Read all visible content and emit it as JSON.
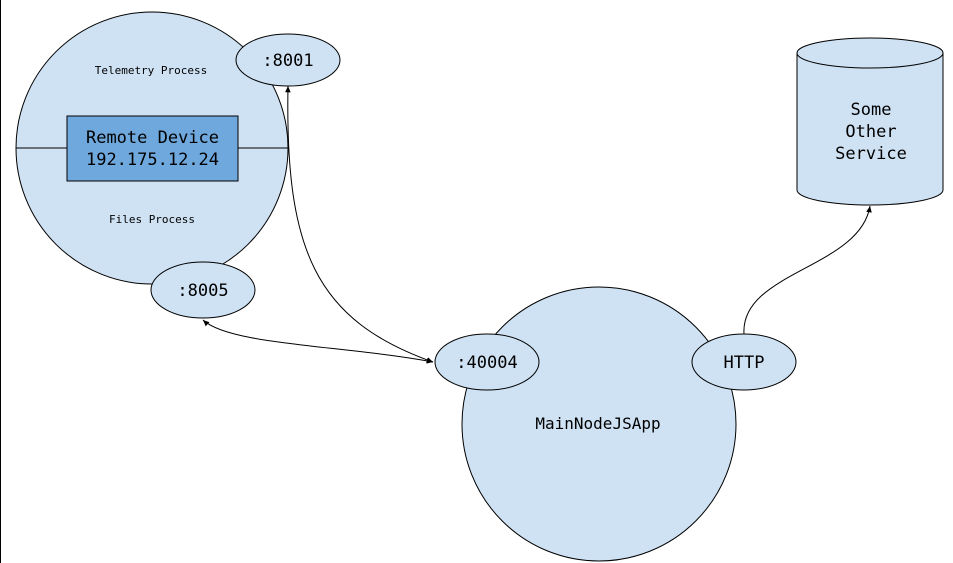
{
  "colors": {
    "node_fill": "#cfe2f3",
    "device_fill": "#6fa8dc",
    "stroke": "#000000",
    "background": "#ffffff"
  },
  "remote_node": {
    "top_label": "Telemetry Process",
    "bottom_label": "Files Process",
    "device_line1": "Remote Device",
    "device_line2": "192.175.12.24"
  },
  "ports": {
    "telemetry": ":8001",
    "files": ":8005",
    "main": ":40004",
    "http": "HTTP"
  },
  "main_node": {
    "label": "MainNodeJSApp"
  },
  "service": {
    "line1": "Some",
    "line2": "Other",
    "line3": "Service"
  }
}
